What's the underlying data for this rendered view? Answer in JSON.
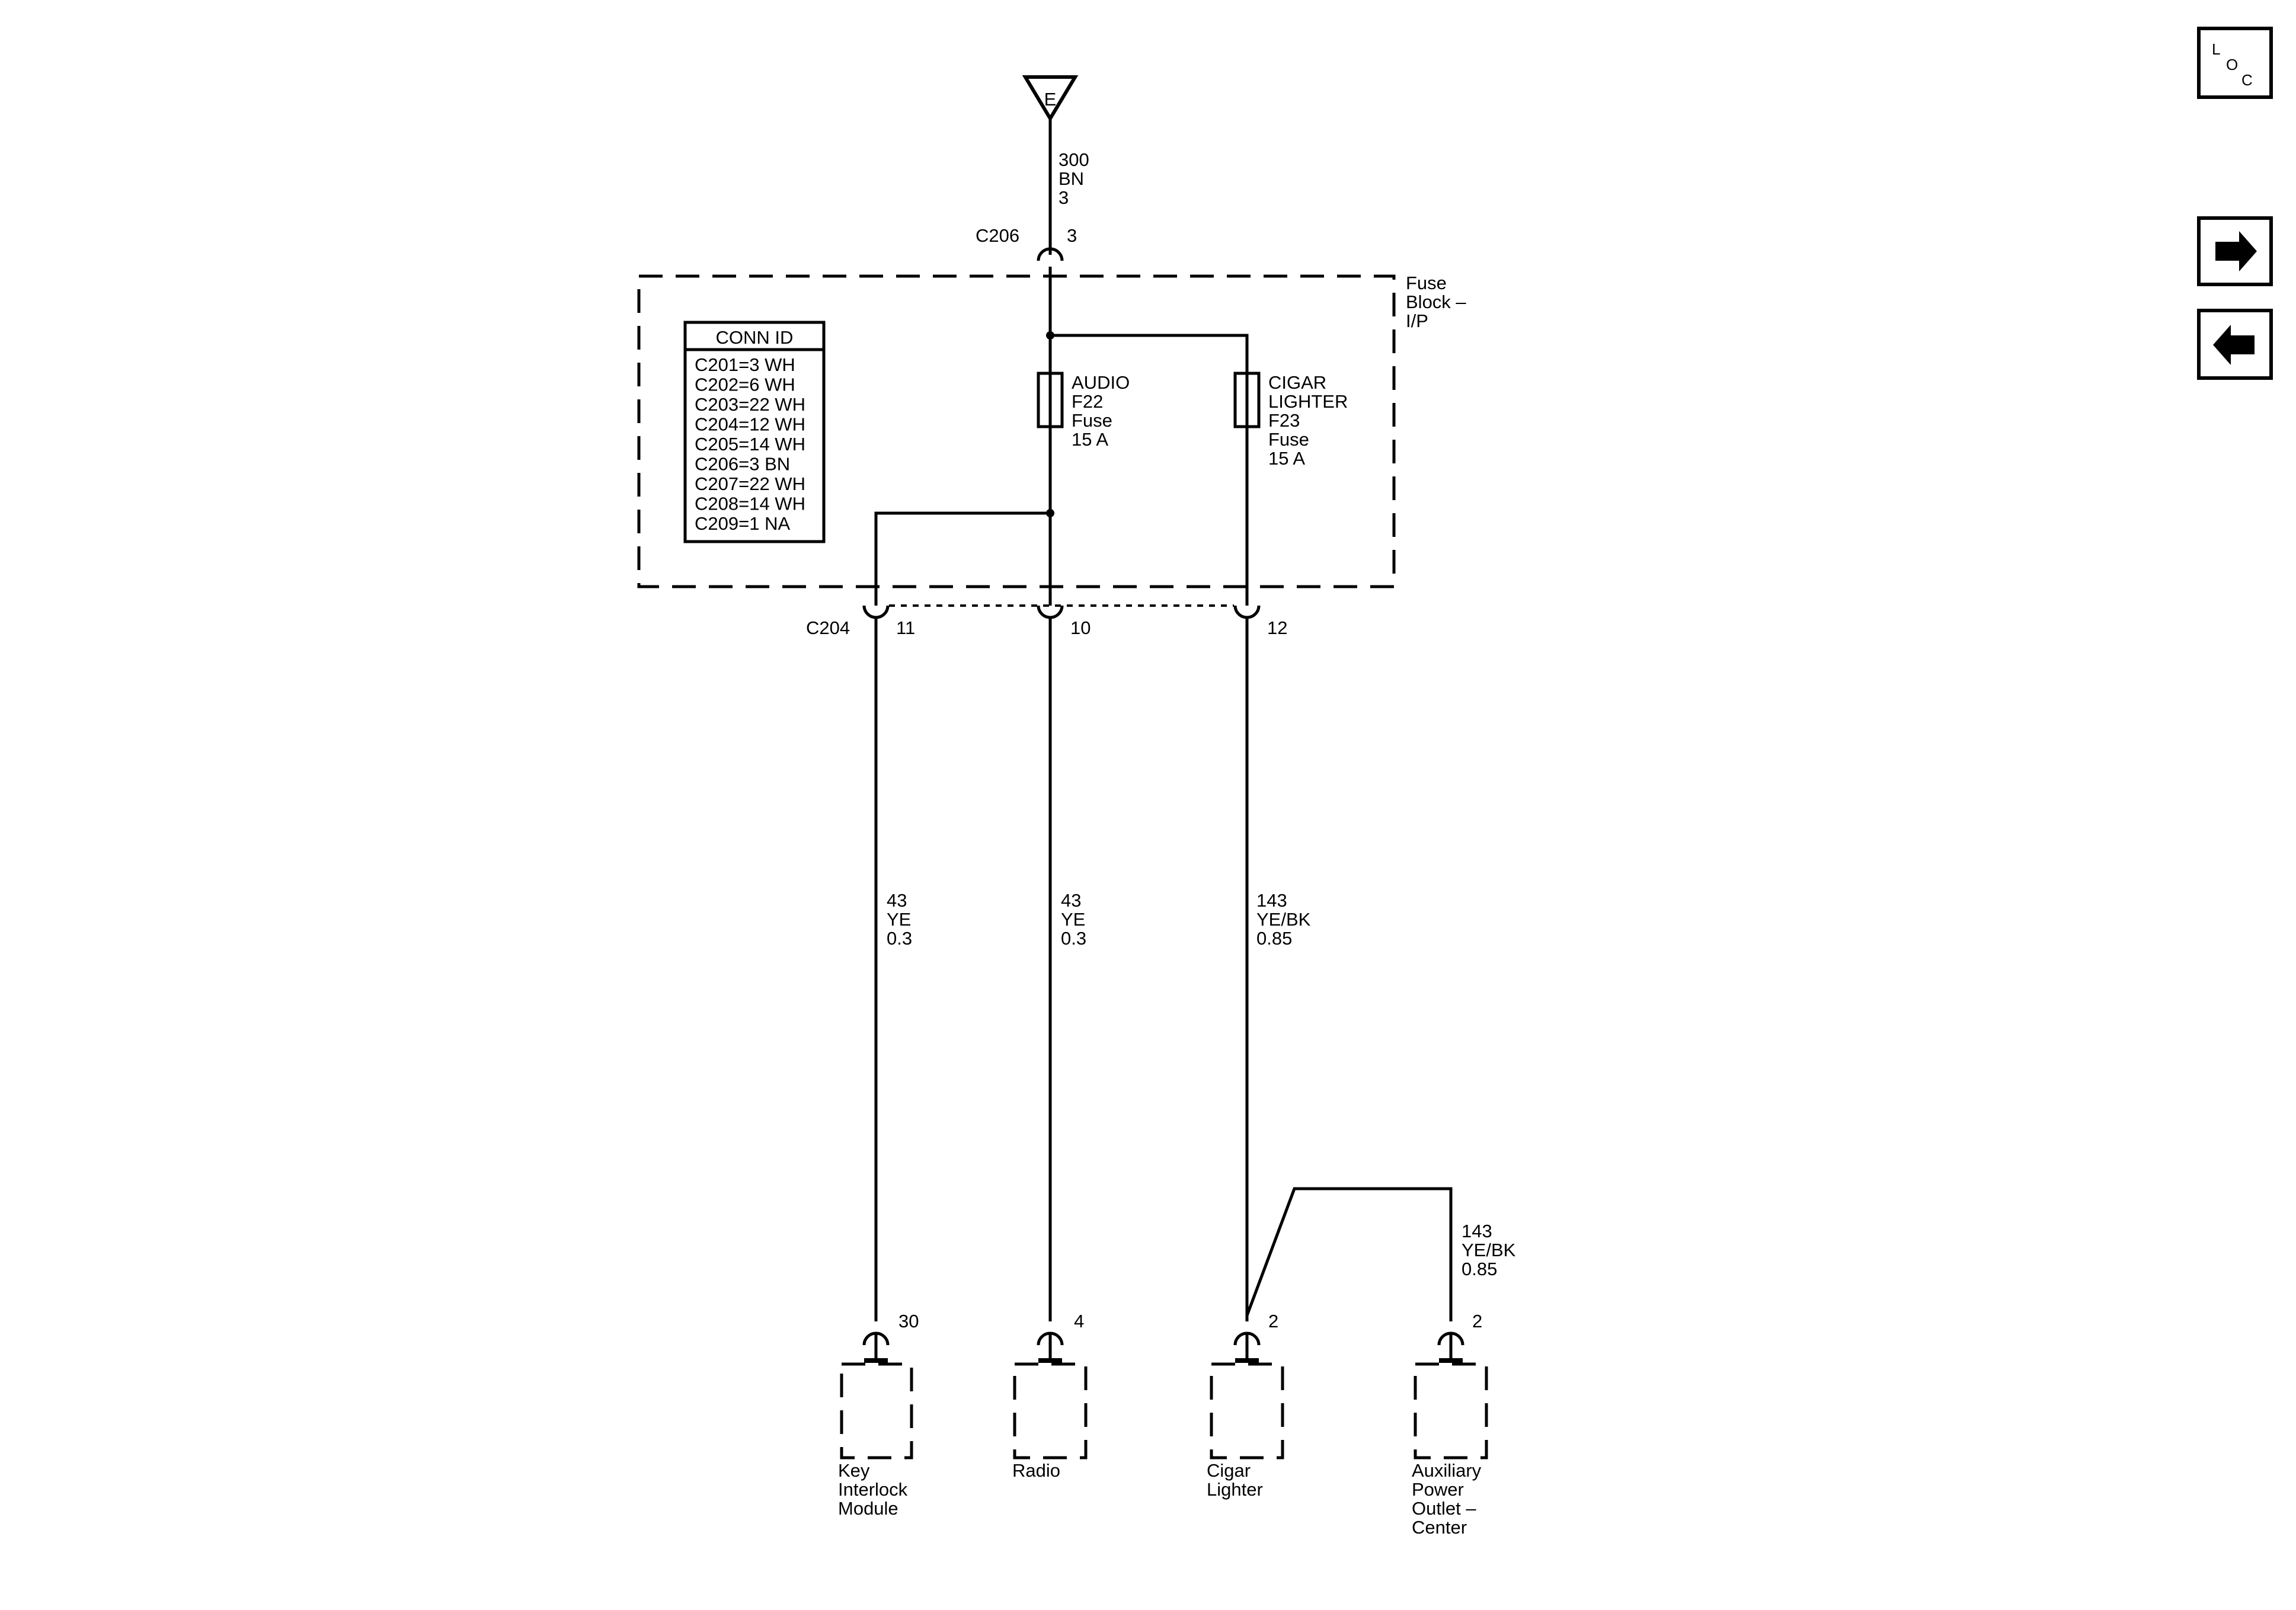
{
  "source": {
    "letter": "E",
    "wire": [
      "300",
      "BN",
      "3"
    ]
  },
  "connectors": {
    "c206": {
      "name": "C206",
      "pin": "3"
    },
    "c204": {
      "name": "C204",
      "pins": [
        "11",
        "10",
        "12"
      ]
    }
  },
  "fuse_block": {
    "label": [
      "Fuse",
      "Block –",
      "I/P"
    ]
  },
  "conn_id": {
    "title": "CONN ID",
    "rows": [
      "C201=3 WH",
      "C202=6 WH",
      "C203=22 WH",
      "C204=12 WH",
      "C205=14 WH",
      "C206=3 BN",
      "C207=22 WH",
      "C208=14 WH",
      "C209=1 NA"
    ]
  },
  "fuses": [
    {
      "lines": [
        "AUDIO",
        "F22",
        "Fuse",
        "15 A"
      ]
    },
    {
      "lines": [
        "CIGAR",
        "LIGHTER",
        "F23",
        "Fuse",
        "15 A"
      ]
    }
  ],
  "wires": [
    {
      "lines": [
        "43",
        "YE",
        "0.3"
      ]
    },
    {
      "lines": [
        "43",
        "YE",
        "0.3"
      ]
    },
    {
      "lines": [
        "143",
        "YE/BK",
        "0.85"
      ]
    },
    {
      "lines": [
        "143",
        "YE/BK",
        "0.85"
      ]
    }
  ],
  "components": [
    {
      "pin": "30",
      "lines": [
        "Key",
        "Interlock",
        "Module"
      ]
    },
    {
      "pin": "4",
      "lines": [
        "Radio"
      ]
    },
    {
      "pin": "2",
      "lines": [
        "Cigar",
        "Lighter"
      ]
    },
    {
      "pin": "2",
      "lines": [
        "Auxiliary",
        "Power",
        "Outlet –",
        "Center"
      ]
    }
  ],
  "nav": {
    "loc_letters": [
      "L",
      "O",
      "C"
    ],
    "next_icon": "arrow-right-icon",
    "prev_icon": "arrow-left-icon"
  }
}
